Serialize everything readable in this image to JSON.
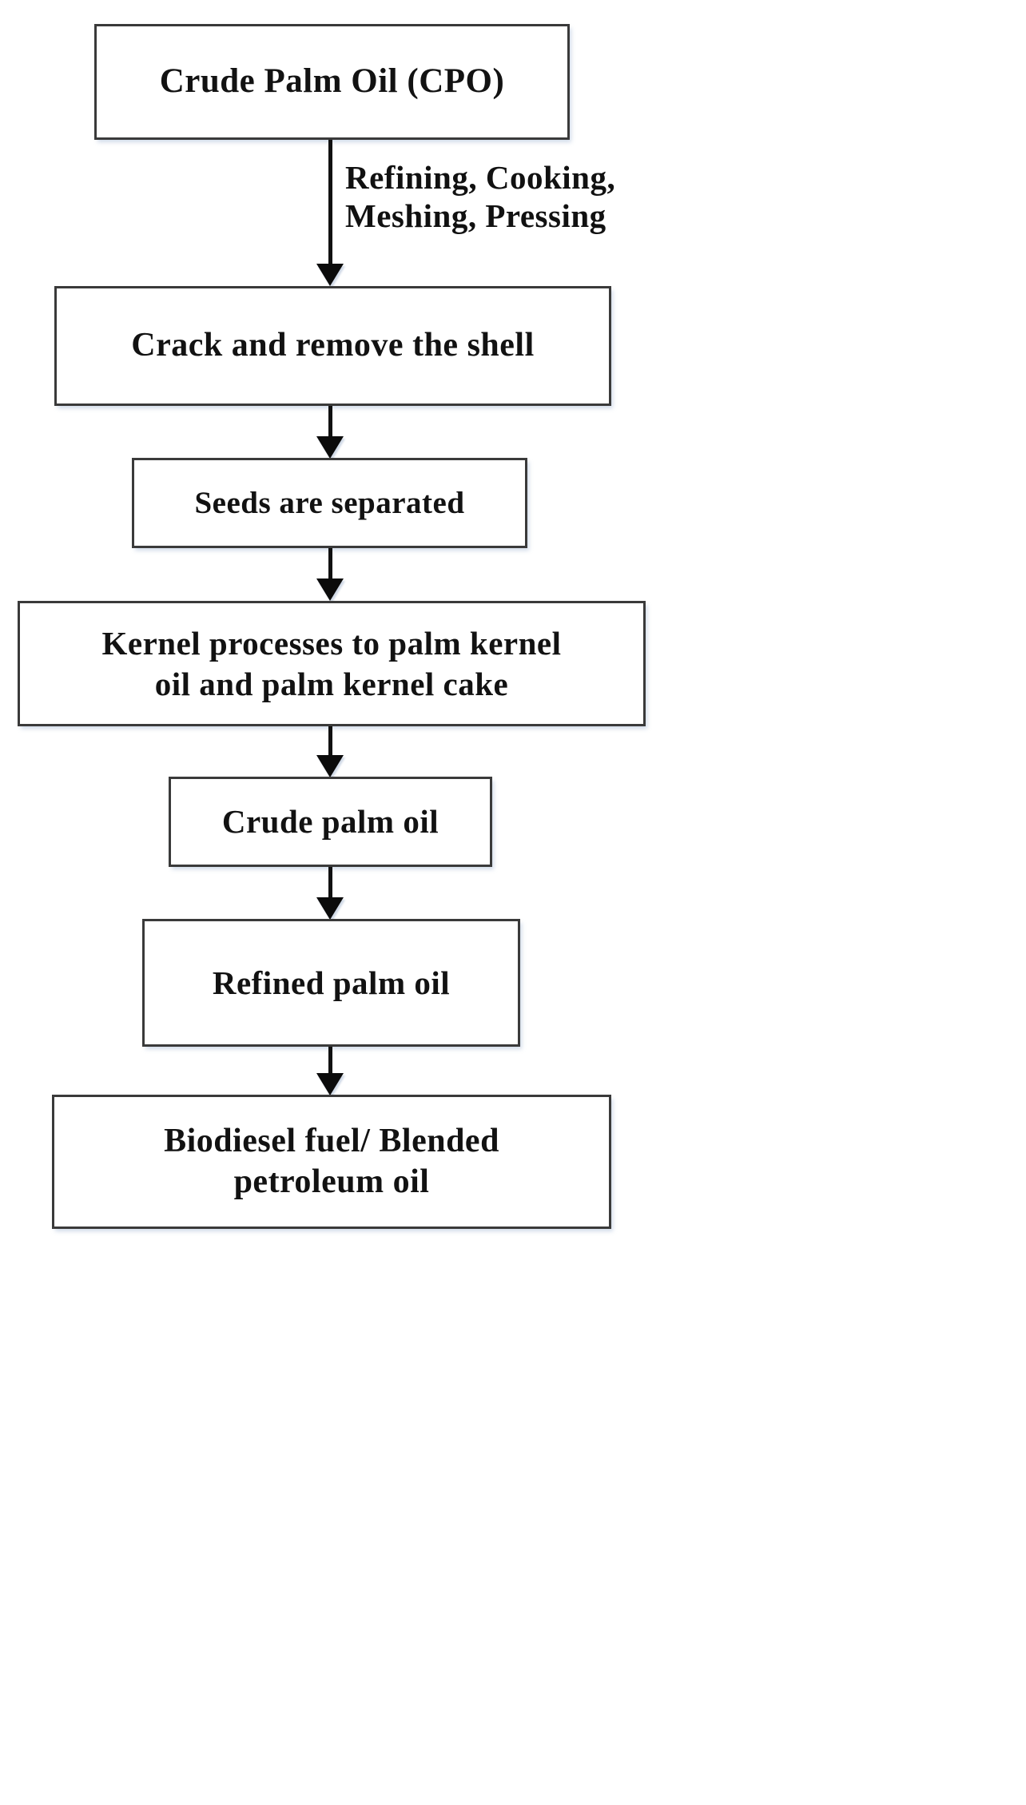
{
  "diagram": {
    "title": "Palm oil to biodiesel process flowchart",
    "type": "flowchart",
    "orientation": "top-to-bottom",
    "colors": {
      "box_border": "#3a3a3a",
      "box_fill": "#ffffff",
      "text": "#111111",
      "arrow": "#0b0b0b",
      "shadow": "#c9d8ea",
      "background": "#ffffff"
    },
    "nodes": [
      {
        "id": "cpo",
        "label": "Crude Palm Oil (CPO)"
      },
      {
        "id": "crack",
        "label": "Crack and remove the shell"
      },
      {
        "id": "seeds",
        "label": "Seeds are separated"
      },
      {
        "id": "kernel",
        "label": "Kernel processes to palm kernel\noil and palm kernel cake"
      },
      {
        "id": "crude",
        "label": "Crude palm oil"
      },
      {
        "id": "refined",
        "label": "Refined palm oil"
      },
      {
        "id": "biodiesel",
        "label": "Biodiesel fuel/ Blended\npetroleum oil"
      }
    ],
    "edges": [
      {
        "id": "e1",
        "from": "cpo",
        "to": "crack",
        "label": "Refining, Cooking,\nMeshing, Pressing"
      },
      {
        "id": "e2",
        "from": "crack",
        "to": "seeds",
        "label": ""
      },
      {
        "id": "e3",
        "from": "seeds",
        "to": "kernel",
        "label": ""
      },
      {
        "id": "e4",
        "from": "kernel",
        "to": "crude",
        "label": ""
      },
      {
        "id": "e5",
        "from": "crude",
        "to": "refined",
        "label": ""
      },
      {
        "id": "e6",
        "from": "refined",
        "to": "biodiesel",
        "label": ""
      }
    ]
  }
}
